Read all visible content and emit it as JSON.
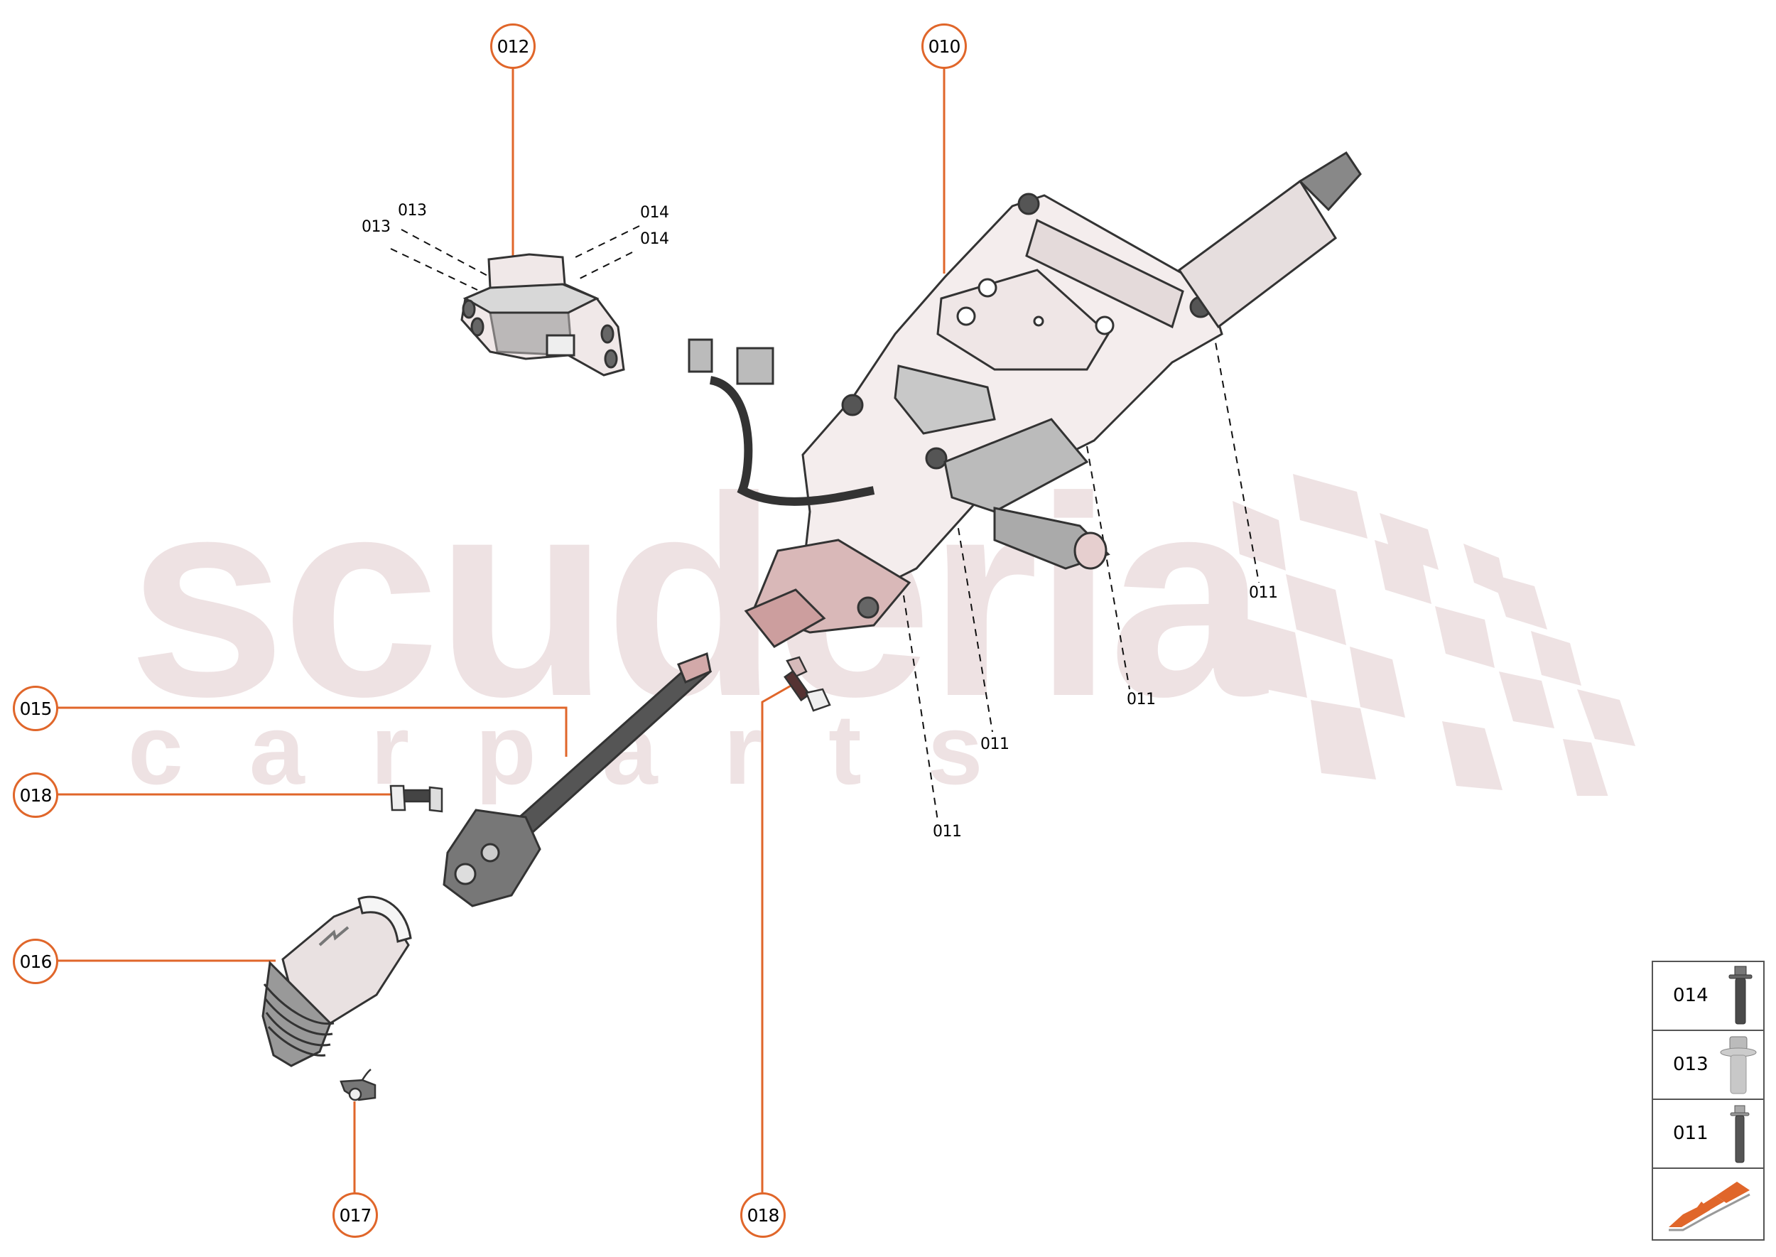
{
  "diagram": {
    "type": "exploded parts diagram",
    "subject": "steering column assembly",
    "accent_color": "#E0662A",
    "watermark": {
      "main_text": "scuderia",
      "sub_text": "carparts",
      "color": "#EEE2E3"
    },
    "callouts": [
      {
        "id": "010",
        "label": "010",
        "part": "steering column"
      },
      {
        "id": "012",
        "label": "012",
        "part": "mounting bracket"
      },
      {
        "id": "015",
        "label": "015",
        "part": "intermediate shaft with universal joint"
      },
      {
        "id": "018a",
        "label": "018",
        "part": "bolt (universal joint)"
      },
      {
        "id": "016",
        "label": "016",
        "part": "bellows boot"
      },
      {
        "id": "017",
        "label": "017",
        "part": "clip"
      },
      {
        "id": "018b",
        "label": "018",
        "part": "bolt (column yoke)"
      }
    ],
    "references": [
      {
        "label": "013",
        "target": "bracket bolt"
      },
      {
        "label": "013",
        "target": "bracket bolt"
      },
      {
        "label": "014",
        "target": "bracket bolt"
      },
      {
        "label": "014",
        "target": "bracket bolt"
      },
      {
        "label": "011",
        "target": "column bolt"
      },
      {
        "label": "011",
        "target": "column bolt"
      },
      {
        "label": "011",
        "target": "column bolt"
      },
      {
        "label": "011",
        "target": "column bolt"
      }
    ],
    "legend": {
      "rows": [
        {
          "label": "014",
          "icon": "long-flange-bolt-dark"
        },
        {
          "label": "013",
          "icon": "short-flange-bolt-light"
        },
        {
          "label": "011",
          "icon": "long-flange-bolt-threaded"
        }
      ],
      "direction_icon": "front-direction-arrow-icon"
    }
  }
}
